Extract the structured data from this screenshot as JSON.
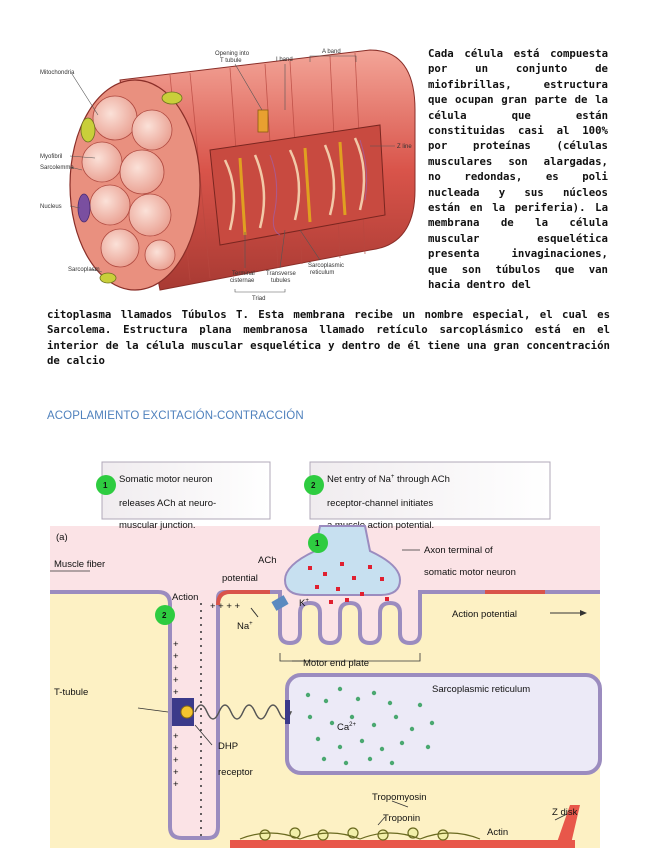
{
  "paragraph_right": "Cada célula está compuesta por un conjunto de miofibrillas, estructura que ocupan gran parte de la célula que están constituidas casi al 100% por proteínas (células musculares son alargadas, no redondas, es poli nucleada y sus núcleos están en la periferia). La membrana de la célula muscular esquelética presenta invaginaciones, que son túbulos que van hacia dentro del",
  "paragraph_full": "citoplasma llamados Túbulos T. Esta membrana recibe un nombre especial, el cual es Sarcolema. Estructura plana membranosa llamado retículo sarcoplásmico está en el interior de la célula muscular esquelética y dentro de él tiene una gran concentración de calcio",
  "section_heading": "ACOPLAMIENTO EXCITACIÓN-CONTRACCIÓN",
  "figure1": {
    "labels": {
      "mitochondria": "Mitochondria",
      "opening_line1": "Opening into",
      "opening_line2": "T tubule",
      "i_band": "I band",
      "a_band": "A band",
      "z_line": "Z line",
      "myofibril": "Myofibril",
      "sarcolemma": "Sarcolemma",
      "nucleus": "Nucleus",
      "sarcoplasm": "Sarcoplasm",
      "terminal_line1": "Terminal",
      "terminal_line2": "cisternae",
      "transverse_line1": "Transverse",
      "transverse_line2": "tubules",
      "sarcoplasmic_line1": "Sarcoplasmic",
      "sarcoplasmic_line2": "reticulum",
      "triad": "Triad"
    }
  },
  "figure2": {
    "step1_badge": "1",
    "step1_line1": "Somatic motor neuron",
    "step1_line2": "releases ACh at neuro-",
    "step1_line3": "muscular junction.",
    "step2_badge": "2",
    "step2_line1": "Net entry of Na",
    "step2_sup": "+",
    "step2_line1b": " through ACh",
    "step2_line2": "receptor-channel initiates",
    "step2_line3": "a muscle action potential.",
    "panel_label": "(a)",
    "badge_a": "1",
    "badge_b": "2",
    "labels": {
      "muscle_fiber": "Muscle fiber",
      "ach": "ACh",
      "axon_terminal_line1": "Axon terminal of",
      "axon_terminal_line2": "somatic motor neuron",
      "action_potential_top": "potential",
      "action": "Action",
      "k_plus": "K",
      "na_plus": "Na",
      "plus": "+",
      "action_potential_right": "Action potential",
      "motor_end_plate": "Motor end plate",
      "t_tubule": "T-tubule",
      "sarcoplasmic_reticulum": "Sarcoplasmic reticulum",
      "ca": "Ca",
      "ca_sup": "2+",
      "dhp": "DHP",
      "receptor": "receptor",
      "tropomyosin": "Tropomyosin",
      "troponin": "Troponin",
      "actin": "Actin",
      "z_disk": "Z disk",
      "plus_signs": "+ + + +"
    }
  },
  "colors": {
    "heading": "#4f81bd",
    "muscle_red": "#d9544a",
    "background_pink": "#fbe3e6",
    "cytoplasm_yellow": "#fdf1c4",
    "membrane_purple": "#9b8cbf",
    "vesicle_red": "#e02030",
    "calcium_green": "#4aa870",
    "badge_green": "#2ecc40"
  }
}
